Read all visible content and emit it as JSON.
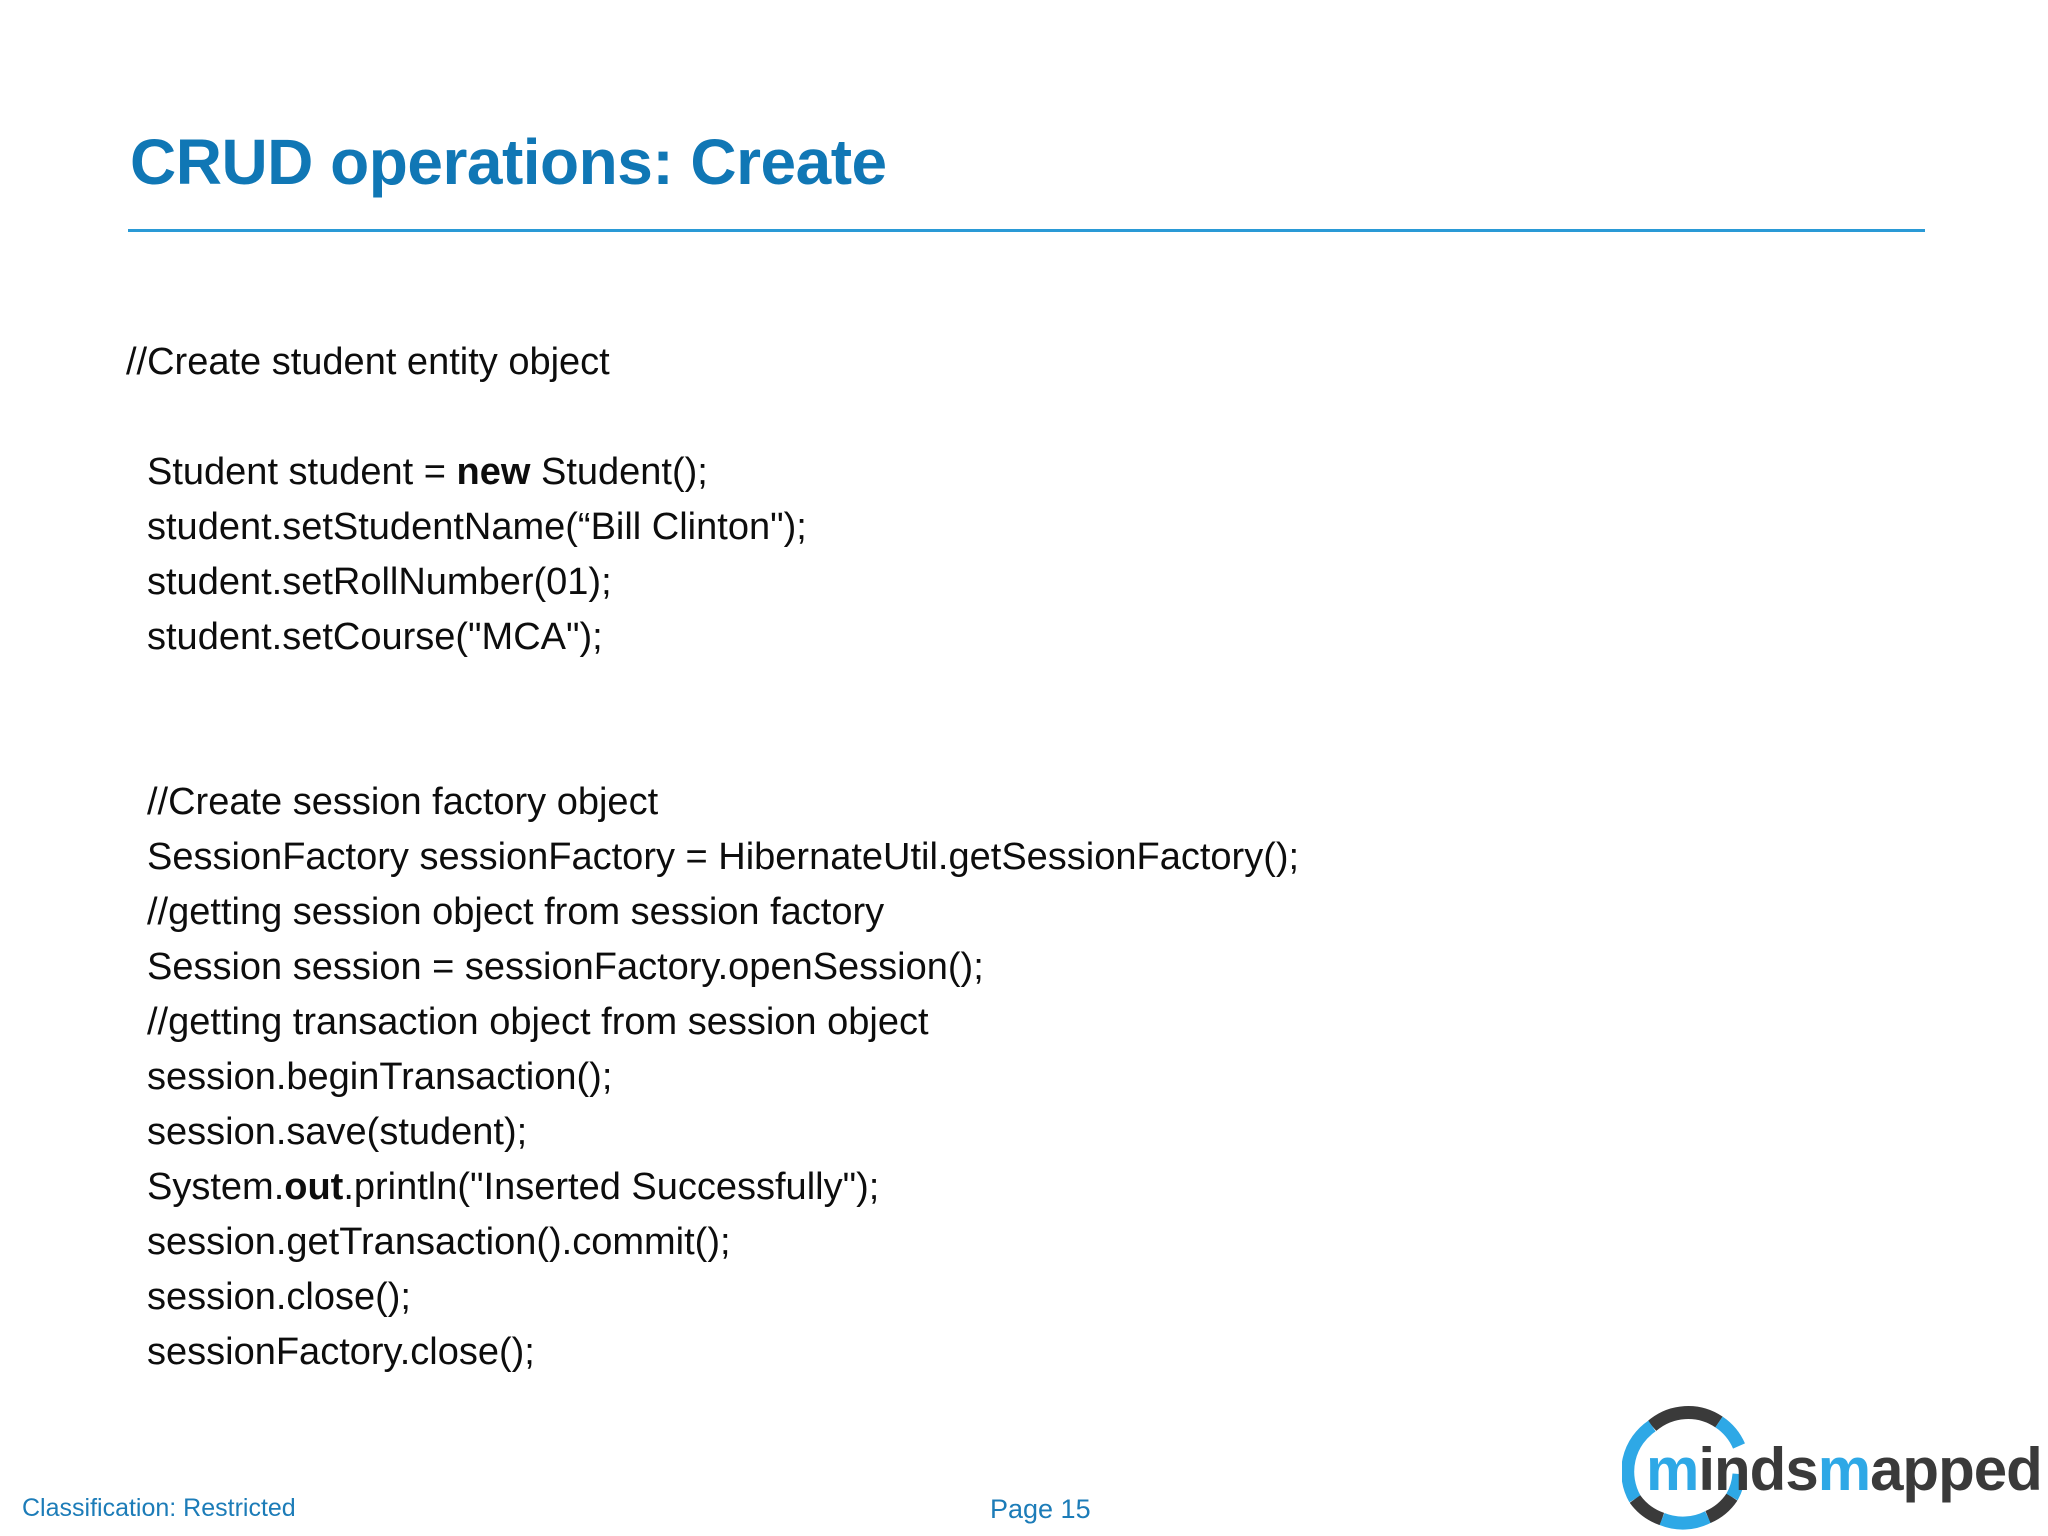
{
  "slide": {
    "title": "CRUD operations: Create",
    "accent_color": "#1077B5",
    "rule_color": "#2A9AD6",
    "background_color": "#ffffff",
    "body_text_color": "#0d0d0d"
  },
  "code": {
    "lines": [
      {
        "id": "l1",
        "text": "//Create student entity object",
        "indent": false,
        "blank": false
      },
      {
        "id": "l2",
        "text": "",
        "indent": false,
        "blank": true
      },
      {
        "id": "l3",
        "pre": "Student student = ",
        "bold": "new",
        "post": " Student();",
        "indent": true,
        "blank": false
      },
      {
        "id": "l4",
        "text": "student.setStudentName(“Bill Clinton\");",
        "indent": true,
        "blank": false
      },
      {
        "id": "l5",
        "text": "student.setRollNumber(01);",
        "indent": true,
        "blank": false
      },
      {
        "id": "l6",
        "text": "student.setCourse(\"MCA\");",
        "indent": true,
        "blank": false
      },
      {
        "id": "l7",
        "text": "",
        "indent": true,
        "blank": true
      },
      {
        "id": "l8",
        "text": "",
        "indent": true,
        "blank": true
      },
      {
        "id": "l9",
        "text": "//Create session factory object",
        "indent": true,
        "blank": false
      },
      {
        "id": "l10",
        "text": "SessionFactory sessionFactory = HibernateUtil.getSessionFactory();",
        "indent": true,
        "blank": false
      },
      {
        "id": "l11",
        "text": "//getting session object from session factory",
        "indent": true,
        "blank": false
      },
      {
        "id": "l12",
        "text": "Session session = sessionFactory.openSession();",
        "indent": true,
        "blank": false
      },
      {
        "id": "l13",
        "text": "//getting transaction object from session object",
        "indent": true,
        "blank": false
      },
      {
        "id": "l14",
        "text": "session.beginTransaction();",
        "indent": true,
        "blank": false
      },
      {
        "id": "l15",
        "text": "session.save(student);",
        "indent": true,
        "blank": false
      },
      {
        "id": "l16",
        "pre": "System.",
        "bold": "out",
        "post": ".println(\"Inserted Successfully\");",
        "indent": true,
        "blank": false
      },
      {
        "id": "l17",
        "text": "session.getTransaction().commit();",
        "indent": true,
        "blank": false
      },
      {
        "id": "l18",
        "text": "session.close();",
        "indent": true,
        "blank": false
      },
      {
        "id": "l19",
        "text": "sessionFactory.close();",
        "indent": true,
        "blank": false
      }
    ]
  },
  "footer": {
    "classification": "Classification:  Restricted",
    "page": "Page 15",
    "color": "#1C7CB8"
  },
  "logo": {
    "name": "mindsmapped",
    "text_part_1": "m",
    "text_part_2": "inds",
    "text_part_3": "m",
    "text_part_4": "apped",
    "blue": "#2EA8E6",
    "dark": "#3A3A3A"
  }
}
